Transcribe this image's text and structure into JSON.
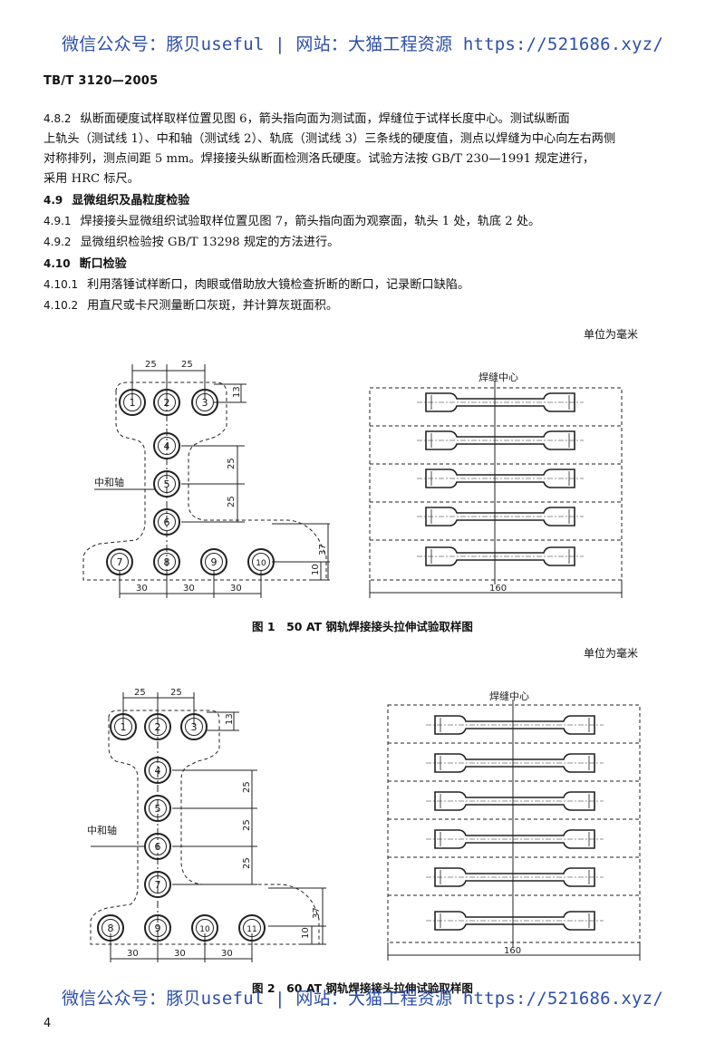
{
  "watermark": "微信公众号：豚贝useful | 网站：大猫工程资源 https://521686.xyz/",
  "header": {
    "standard": "TB/T 3120—2005"
  },
  "paragraphs": [
    {
      "num": "4.8.2",
      "lines": [
        "纵断面硬度试样取样位置见图 6，箭头指向面为测试面，焊缝位于试样长度中心。测试纵断面",
        "上轨头（测试线 1）、中和轴（测试线 2）、轨底（测试线 3）三条线的硬度值，测点以焊缝为中心向左右两侧",
        "对称排列，测点间距 5 mm。焊接接头纵断面检测洛氏硬度。试验方法按 GB/T 230—1991 规定进行，",
        "采用 HRC 标尺。"
      ]
    },
    {
      "num": "4.9",
      "heading": "显微组织及晶粒度检验"
    },
    {
      "num": "4.9.1",
      "lines": [
        "焊接接头显微组织试验取样位置见图 7，箭头指向面为观察面，轨头 1 处，轨底 2 处。"
      ]
    },
    {
      "num": "4.9.2",
      "lines": [
        "显微组织检验按 GB/T 13298 规定的方法进行。"
      ]
    },
    {
      "num": "4.10",
      "heading": "断口检验"
    },
    {
      "num": "4.10.1",
      "lines": [
        "利用落锤试样断口，肉眼或借助放大镜检查折断的断口，记录断口缺陷。"
      ]
    },
    {
      "num": "4.10.2",
      "lines": [
        "用直尺或卡尺测量断口灰斑，并计算灰斑面积。"
      ]
    }
  ],
  "unit_label": "单位为毫米",
  "figure1": {
    "caption": "图 1　50 AT 钢轨焊接接头拉伸试验取样图",
    "circle_labels": [
      "1",
      "2",
      "3",
      "4",
      "5",
      "6",
      "7",
      "8",
      "9",
      "10"
    ],
    "dims": {
      "top_a": "25",
      "top_b": "25",
      "right_top": "13",
      "web_a": "25",
      "web_b": "25",
      "foot_h": "37",
      "foot_t": "10",
      "bot_a": "30",
      "bot_b": "30",
      "bot_c": "30"
    },
    "neutral_axis": "中和轴",
    "weld_center": "焊缝中心",
    "length": "160"
  },
  "figure2": {
    "caption": "图 2　60 AT 钢轨焊接接头拉伸试验取样图",
    "circle_labels": [
      "1",
      "2",
      "3",
      "4",
      "5",
      "6",
      "7",
      "8",
      "9",
      "10",
      "11"
    ],
    "dims": {
      "top_a": "25",
      "top_b": "25",
      "right_top": "13",
      "web_a": "25",
      "web_b": "25",
      "web_c": "25",
      "foot_h": "37",
      "foot_t": "10",
      "bot_a": "30",
      "bot_b": "30",
      "bot_c": "30"
    },
    "neutral_axis": "中和轴",
    "weld_center": "焊缝中心",
    "length": "160"
  },
  "page_number": "4"
}
